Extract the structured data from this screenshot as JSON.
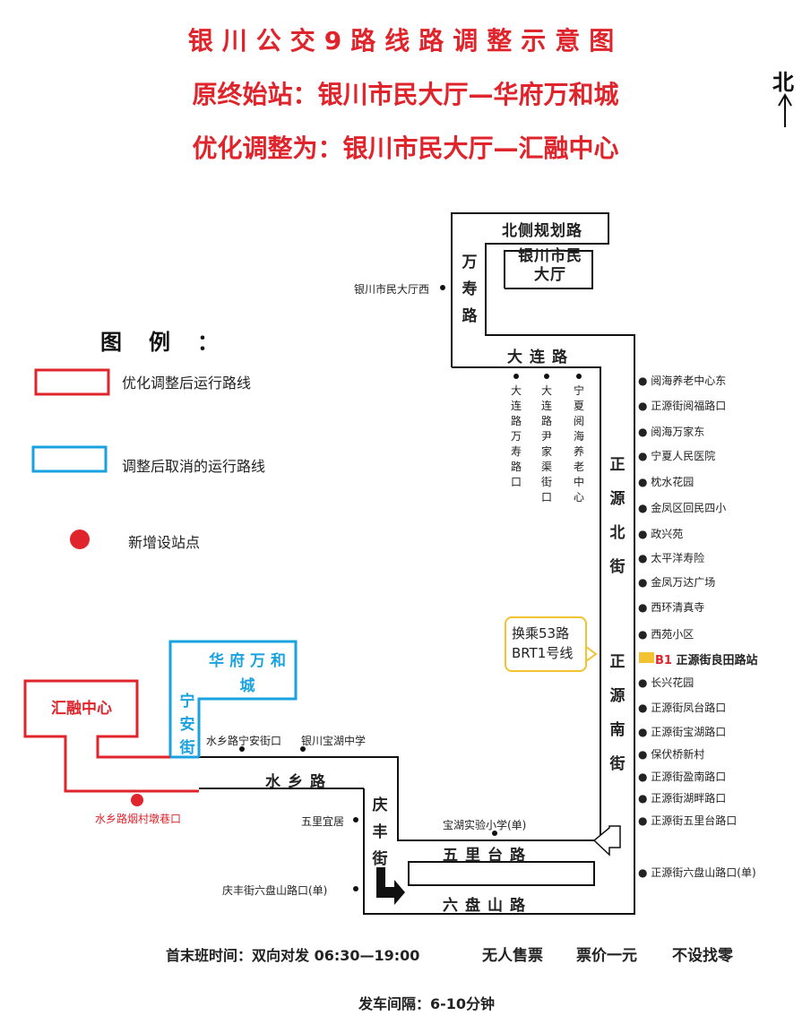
{
  "title": {
    "line1": "银川公交9路线路调整示意图",
    "line2": "原终始站：银川市民大厅—华府万和城",
    "line3": "优化调整为：银川市民大厅—汇融中心"
  },
  "north_label": "北",
  "legend": {
    "title": "图例：",
    "items": [
      {
        "label": "优化调整后运行路线",
        "color": "#e0242b"
      },
      {
        "label": "调整后取消的运行路线",
        "color": "#1aa2e0"
      },
      {
        "label": "新增设站点",
        "color": "#e0242b"
      }
    ]
  },
  "roads": {
    "north_planned": "北侧规划路",
    "wanshou": "万寿路",
    "dalian": "大连路",
    "zhengyuan_north": "正源北街",
    "zhengyuan_south": "正源南街",
    "shuixiang": "水乡路",
    "qingfeng": "庆丰街",
    "wulitai": "五里台路",
    "liupanshan": "六盘山路",
    "ningan": "宁安街"
  },
  "places": {
    "citizen_hall": "银川市民大厅",
    "huafu": "华府万和城",
    "huirong": "汇融中心"
  },
  "stops": {
    "citizen_hall_west": "银川市民大厅西",
    "dalian_vertical": [
      "大连路万寿路口",
      "大连路尹家渠街口",
      "宁夏阅海养老中心"
    ],
    "zhengyuan": [
      "阅海养老中心东",
      "正源街阅福路口",
      "阅海万家东",
      "宁夏人民医院",
      "枕水花园",
      "金凤区回民四小",
      "政兴苑",
      "太平洋寿险",
      "金凤万达广场",
      "西环清真寺",
      "西苑小区",
      "正源街良田路站",
      "长兴花园",
      "正源街凤台路口",
      "正源街宝湖路口",
      "保伏桥新村",
      "正源街盈南路口",
      "正源街湖畔路口",
      "正源街五里台路口",
      "正源街六盘山路口(单)"
    ],
    "brt_badge": "B1",
    "ningan_stop": "水乡路宁安街口",
    "baohu_school": "银川宝湖中学",
    "new_stop": "水乡路烟村墩巷口",
    "wuli_yiju": "五里宜居",
    "baohu_exp": "宝湖实验小学(单)",
    "qingfeng_liupan": "庆丰街六盘山路口(单)"
  },
  "transfer_note": [
    "换乘53路",
    "BRT1号线"
  ],
  "footer": {
    "schedule": "首末班时间：双向对发 06:30—19:00",
    "ticket1": "无人售票",
    "ticket2": "票价一元",
    "ticket3": "不设找零",
    "interval": "发车间隔：6-10分钟"
  },
  "colors": {
    "title": "#e0242b",
    "new_route": "#e0242b",
    "cancelled_route": "#1aa2e0",
    "route_line": "#111111",
    "brt_badge": "#f2c230"
  }
}
